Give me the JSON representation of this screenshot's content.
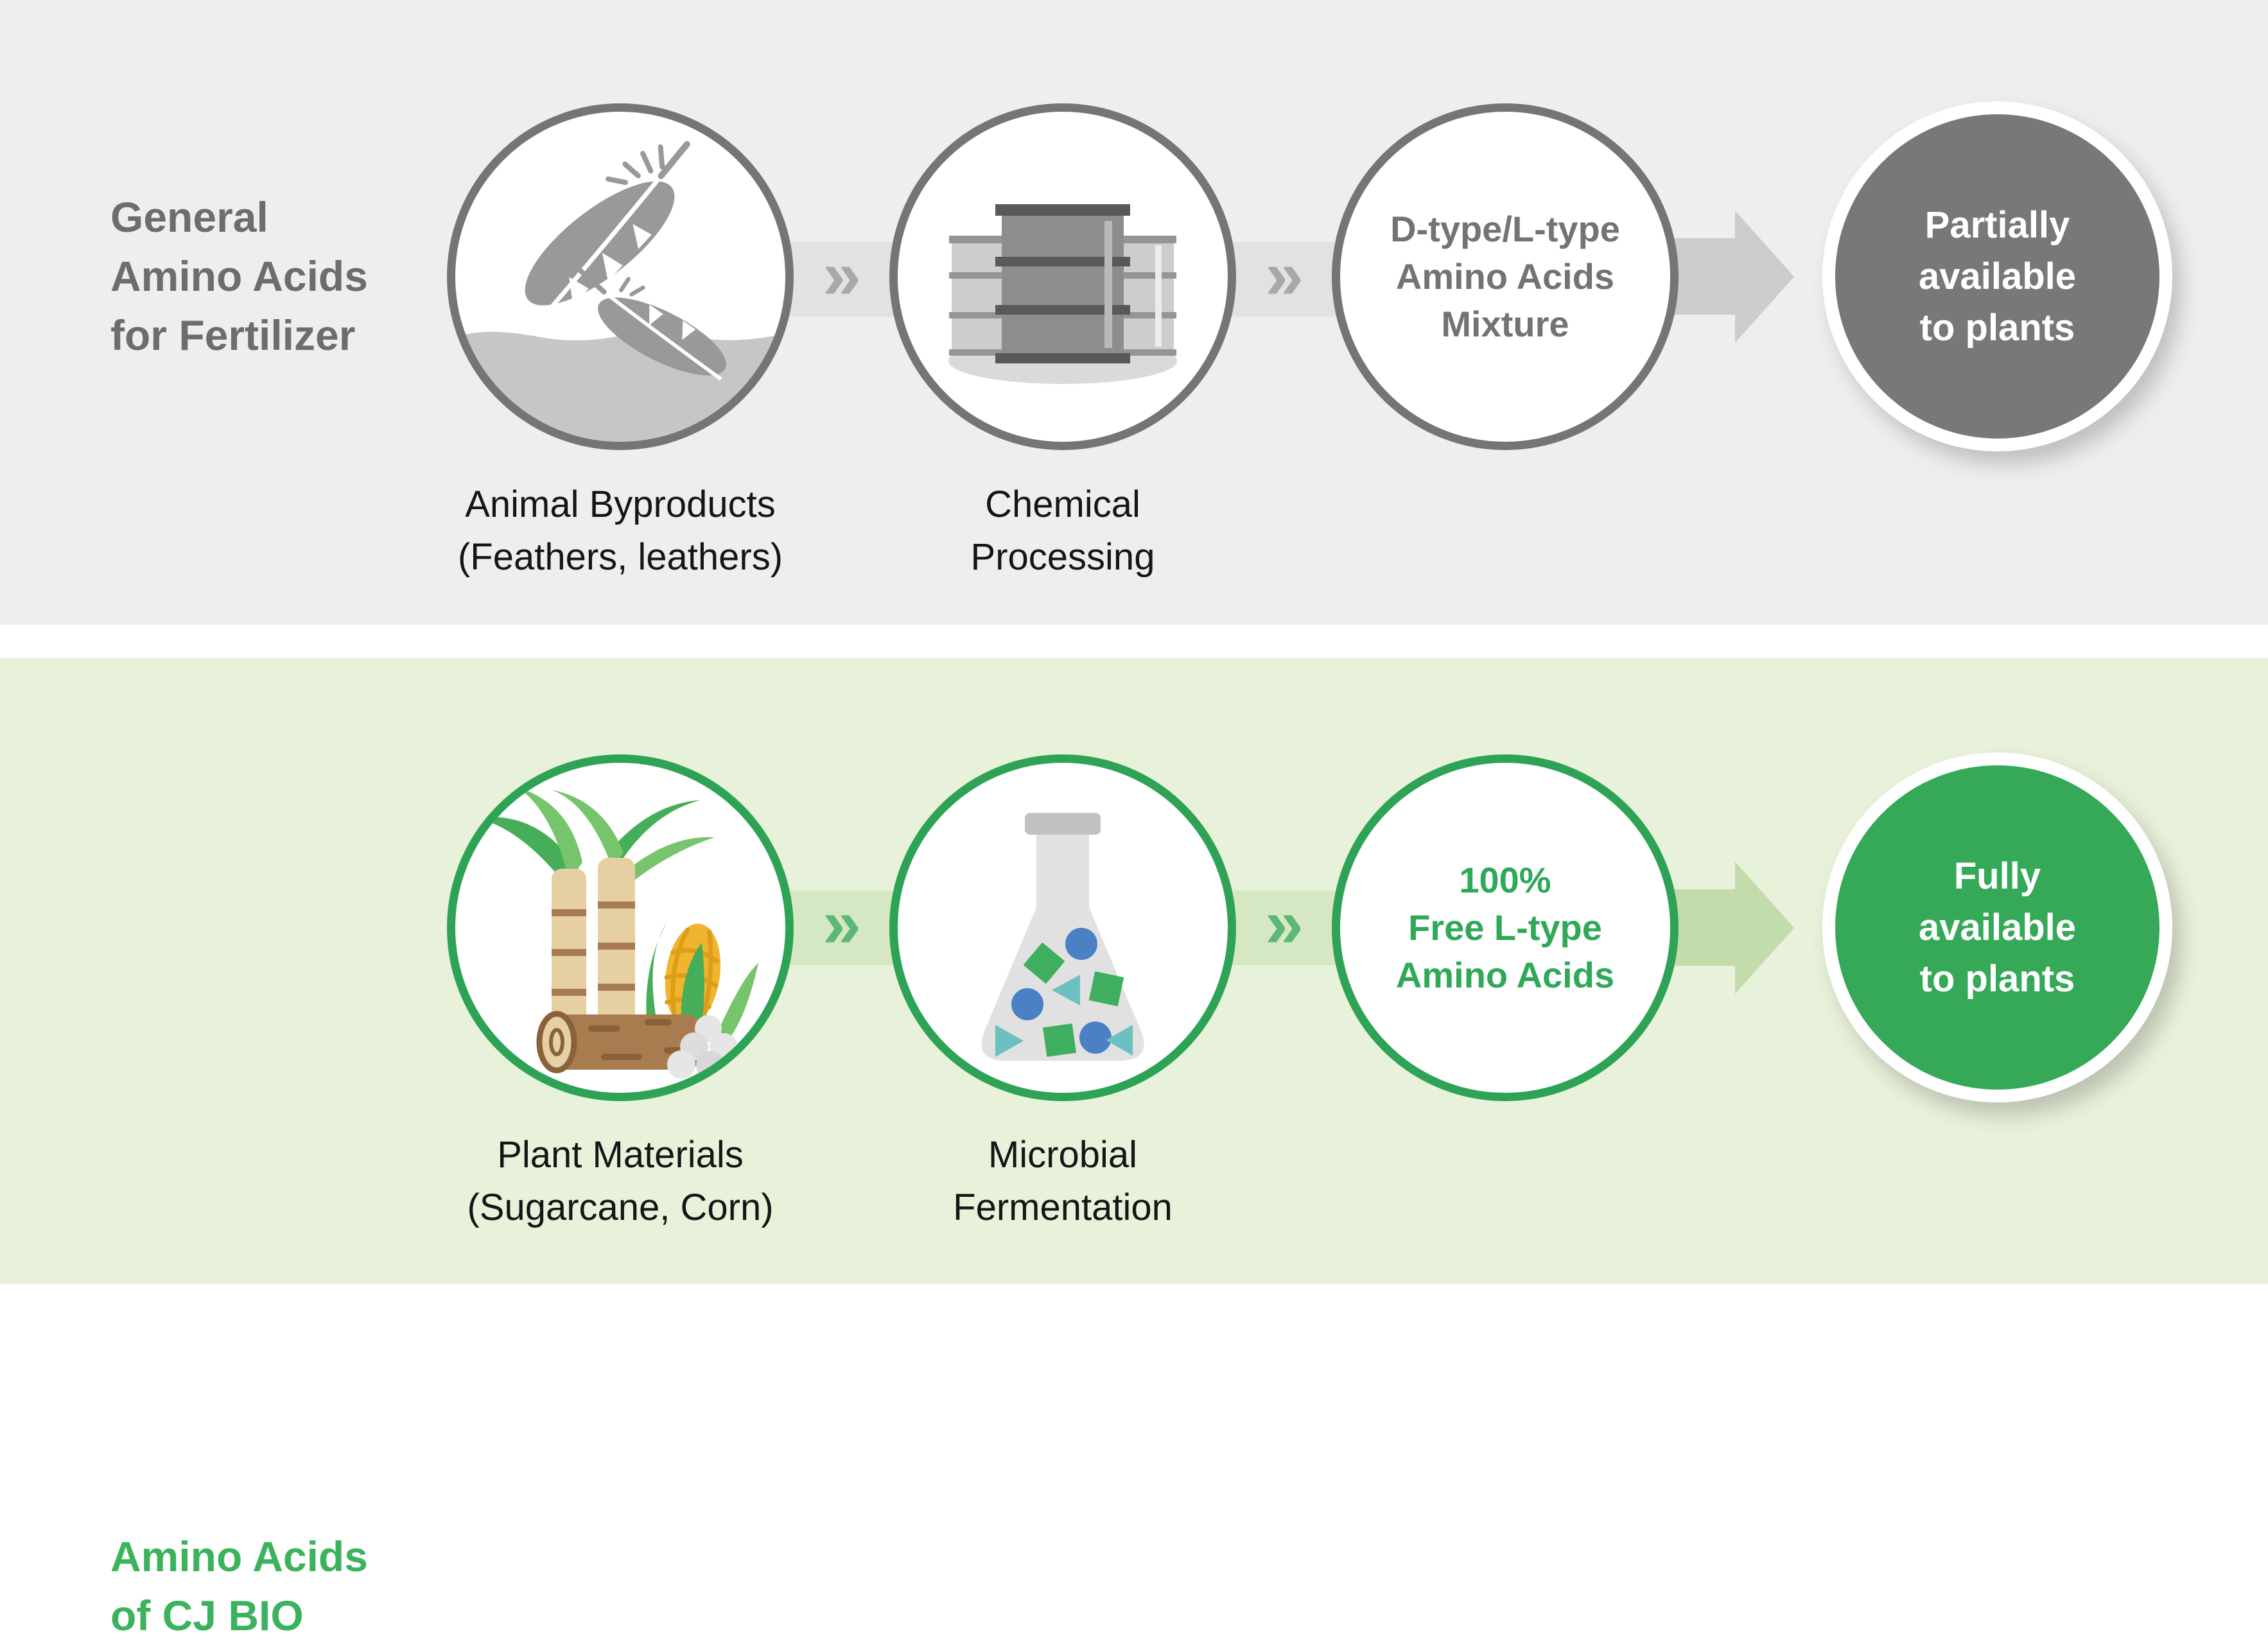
{
  "colors": {
    "top_section_bg": "#eeeeee",
    "bottom_section_bg": "#e8f1da",
    "gray_circle_border": "#757575",
    "gray_title_text": "#6d6d6d",
    "gray_connector_band": "#e2e2e2",
    "gray_chevron": "#a8a8a8",
    "gray_big_arrow": "#cccccc",
    "gray_result_fill": "#787878",
    "green_circle_border": "#2ea356",
    "green_title_text": "#3cb25c",
    "green_connector_band": "#d6e7c4",
    "green_chevron": "#5cb878",
    "green_big_arrow": "#c3dcab",
    "green_result_fill": "#35a958",
    "step_label_text": "#151515",
    "result_text": "#ffffff"
  },
  "glyphs": {
    "double_chevron": "»"
  },
  "rows": [
    {
      "title_lines": [
        "General",
        "Amino Acids",
        "for Fertilizer"
      ],
      "steps": [
        {
          "icon": "feathers-icon",
          "label_lines": [
            "Animal Byproducts",
            "(Feathers, leathers)"
          ]
        },
        {
          "icon": "barrels-icon",
          "label_lines": [
            "Chemical",
            "Processing"
          ]
        },
        {
          "text_lines": [
            "D-type/L-type",
            "Amino Acids",
            "Mixture"
          ]
        }
      ],
      "result_lines": [
        "Partially",
        "available",
        "to plants"
      ]
    },
    {
      "title_lines": [
        "Amino Acids",
        "of CJ BIO"
      ],
      "steps": [
        {
          "icon": "plant-materials-icon",
          "label_lines": [
            "Plant Materials",
            "(Sugarcane, Corn)"
          ]
        },
        {
          "icon": "fermentation-flask-icon",
          "label_lines": [
            "Microbial",
            "Fermentation"
          ]
        },
        {
          "text_lines": [
            "100%",
            "Free L-type",
            "Amino Acids"
          ]
        }
      ],
      "result_lines": [
        "Fully",
        "available",
        "to plants"
      ]
    }
  ]
}
